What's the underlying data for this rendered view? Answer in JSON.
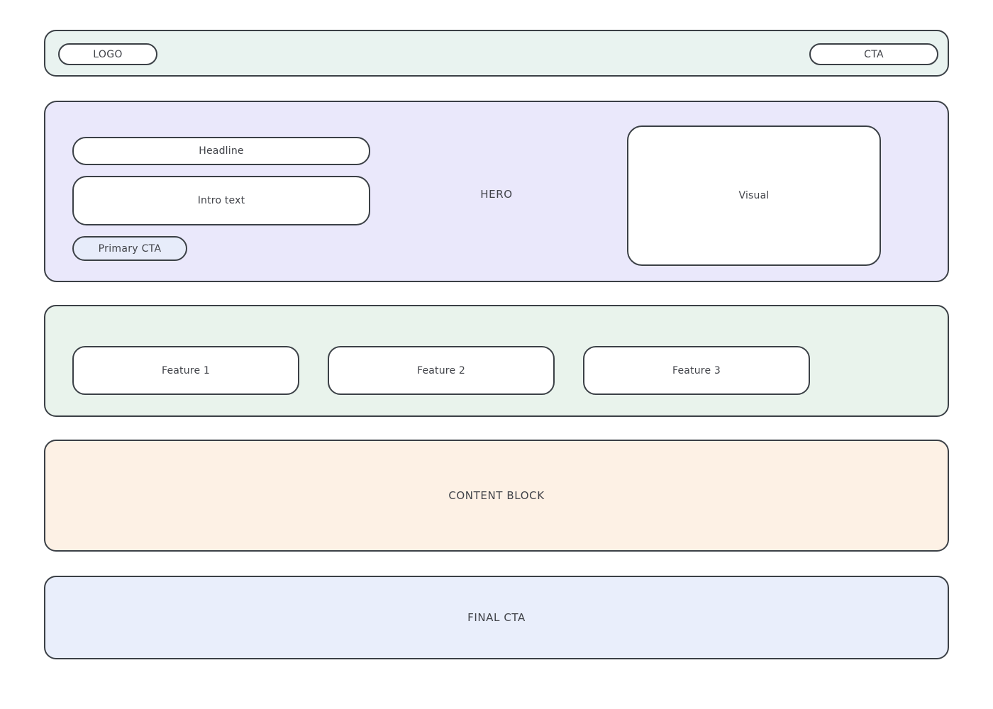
{
  "colors": {
    "border": "#3b4046",
    "text": "#414349",
    "page_bg": "#ffffff",
    "topbar_bg": "#e9f3f0",
    "hero_bg": "#eae8fb",
    "primary_cta_bg": "#e7ecfa",
    "features_bg": "#e9f3ec",
    "content_block_bg": "#fdf1e5",
    "final_cta_bg": "#e9eefb",
    "placeholder_bg": "#ffffff"
  },
  "topbar": {
    "logo_label": "LOGO",
    "cta_label": "CTA"
  },
  "hero": {
    "section_label": "HERO",
    "headline_label": "Headline",
    "intro_label": "Intro text",
    "primary_cta_label": "Primary CTA",
    "visual_label": "Visual"
  },
  "features": {
    "items": [
      {
        "label": "Feature 1"
      },
      {
        "label": "Feature 2"
      },
      {
        "label": "Feature 3"
      }
    ]
  },
  "content_block": {
    "label": "CONTENT BLOCK"
  },
  "final_cta": {
    "label": "FINAL CTA"
  }
}
